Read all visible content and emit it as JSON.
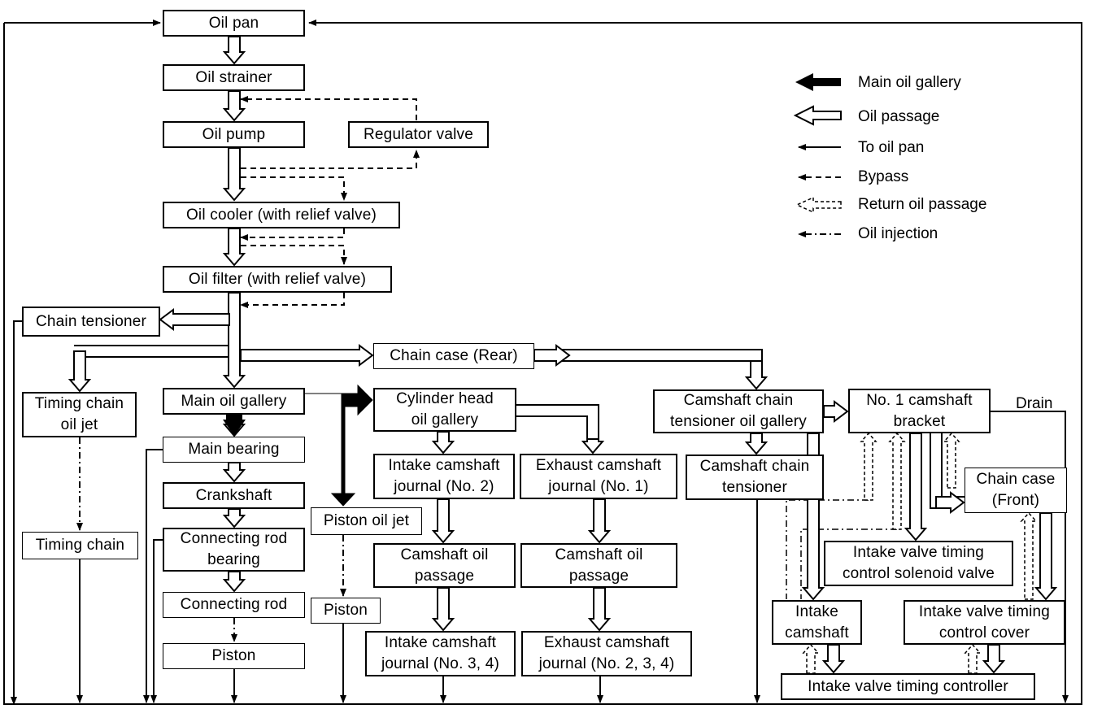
{
  "boxes": {
    "oil_pan": "Oil pan",
    "oil_strainer": "Oil strainer",
    "oil_pump": "Oil pump",
    "regulator_valve": "Regulator valve",
    "oil_cooler": "Oil cooler (with relief valve)",
    "oil_filter": "Oil filter (with relief valve)",
    "chain_tensioner": "Chain tensioner",
    "chain_case_rear": "Chain case (Rear)",
    "timing_chain_oil_jet": "Timing chain\noil jet",
    "main_oil_gallery": "Main oil gallery",
    "cylinder_head_oil_gallery": "Cylinder head\noil gallery",
    "camshaft_chain_tensioner_oil_gallery": "Camshaft chain\ntensioner oil gallery",
    "no1_camshaft_bracket": "No. 1 camshaft\nbracket",
    "main_bearing": "Main bearing",
    "intake_camshaft_journal_2": "Intake camshaft\njournal (No. 2)",
    "exhaust_camshaft_journal_1": "Exhaust camshaft\njournal (No. 1)",
    "camshaft_chain_tensioner": "Camshaft chain\ntensioner",
    "chain_case_front": "Chain case\n(Front)",
    "crankshaft": "Crankshaft",
    "piston_oil_jet": "Piston oil jet",
    "timing_chain": "Timing chain",
    "connecting_rod_bearing": "Connecting rod\nbearing",
    "camshaft_oil_passage_intake": "Camshaft oil\npassage",
    "camshaft_oil_passage_exhaust": "Camshaft oil\npassage",
    "intake_valve_timing_control_solenoid_valve": "Intake valve timing\ncontrol solenoid valve",
    "connecting_rod": "Connecting rod",
    "intake_camshaft": "Intake\ncamshaft",
    "intake_valve_timing_control_cover": "Intake valve timing\ncontrol cover",
    "piston_left": "Piston",
    "piston_right": "Piston",
    "intake_camshaft_journal_34": "Intake camshaft\njournal (No. 3, 4)",
    "exhaust_camshaft_journal_234": "Exhaust camshaft\njournal (No. 2, 3, 4)",
    "intake_valve_timing_controller": "Intake valve timing controller"
  },
  "labels": {
    "drain": "Drain"
  },
  "legend": {
    "main_oil_gallery": "Main oil gallery",
    "oil_passage": "Oil passage",
    "to_oil_pan": "To oil pan",
    "bypass": "Bypass",
    "return_oil_passage": "Return oil passage",
    "oil_injection": "Oil injection"
  }
}
